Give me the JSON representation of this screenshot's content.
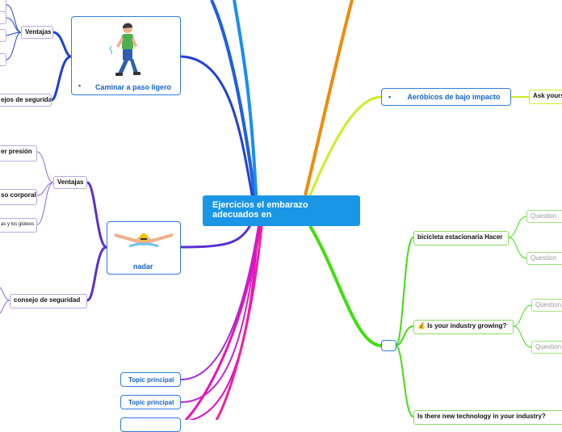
{
  "central": {
    "text": "Ejercicios el embarazo adecuados en"
  },
  "left": {
    "walk": {
      "label": "Caminar a paso ligero",
      "bullet": "•",
      "ventajas": "Ventajas",
      "consejos": "ejos de seguridad"
    },
    "swim": {
      "label": "nadar",
      "ventajas": "Ventajas",
      "items": [
        "er presión",
        "so corporal",
        "as y los glúteos"
      ],
      "consejo": "consejo de seguridad"
    },
    "topics": [
      "Topic principal",
      "Topic principal"
    ]
  },
  "right": {
    "aerobicos": {
      "label": "Aeróbicos de bajo impacto",
      "bullet": "•",
      "child": "Ask yours"
    },
    "group": {
      "bicicleta": "bicicleta estacionaria Hacer",
      "industry": "Is your industry growing?",
      "technology": "Is there new technology in your industry?",
      "question": "Question"
    }
  },
  "colors": {
    "center": "#1a96e6",
    "walk_branch": "#1f3fd6",
    "swim_branch": "#5a2ed0",
    "right_green": "#3fe00b",
    "yellow": "#ccee22",
    "orange": "#f08a0a",
    "magenta": "#e30bd0"
  },
  "icons": {
    "walk_image": "walking-person-icon",
    "swim_image": "swimmer-icon",
    "money": "money-bag-icon"
  }
}
